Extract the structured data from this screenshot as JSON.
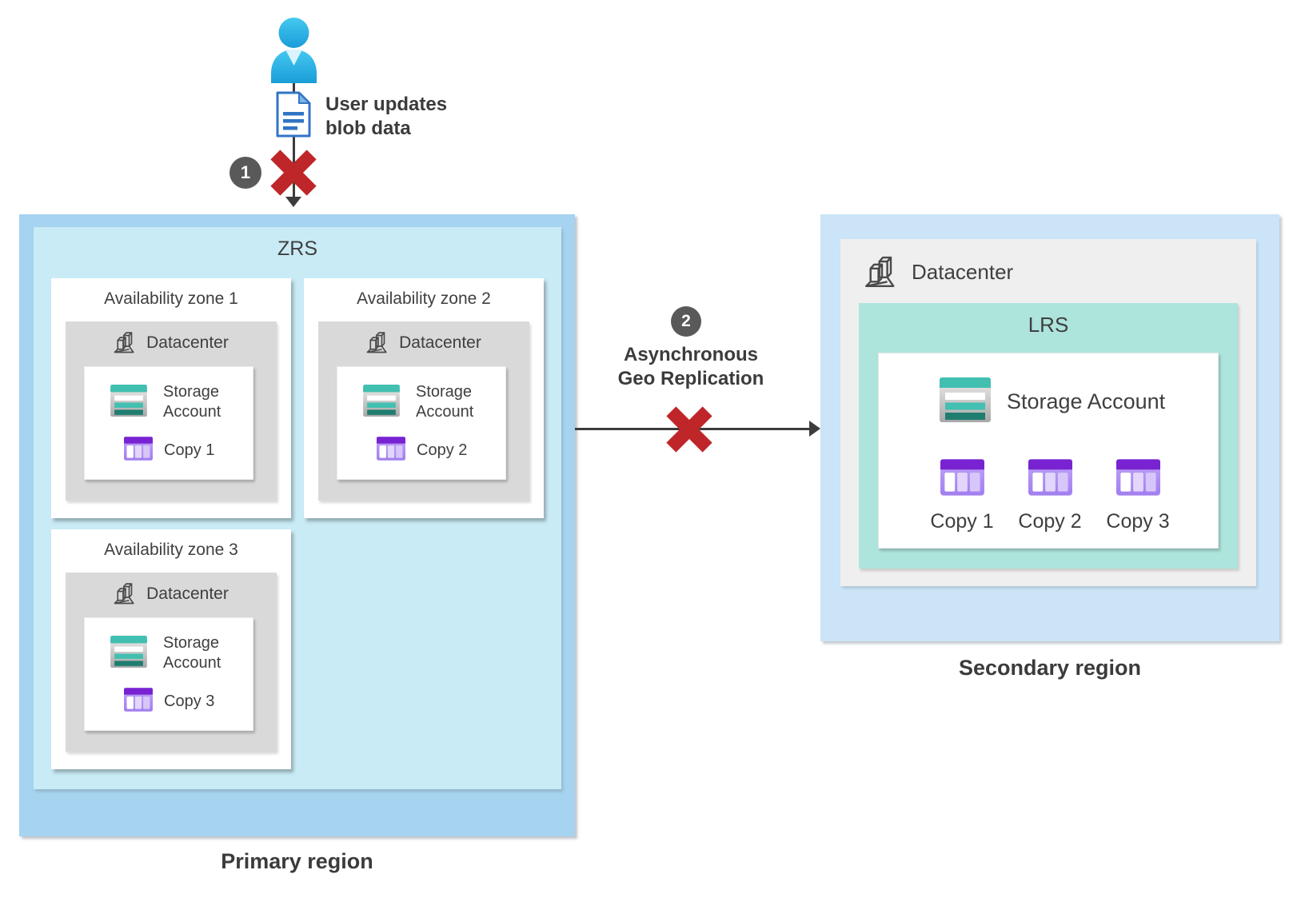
{
  "flow": {
    "user_action_line1": "User updates",
    "user_action_line2": "blob data",
    "step1_number": "1",
    "step2_number": "2",
    "replication_line1": "Asynchronous",
    "replication_line2": "Geo Replication"
  },
  "primary": {
    "group_label": "ZRS",
    "region_label": "Primary region",
    "zones": [
      {
        "title": "Availability zone 1",
        "datacenter_label": "Datacenter",
        "storage_label": "Storage Account",
        "copy_label": "Copy 1"
      },
      {
        "title": "Availability zone 2",
        "datacenter_label": "Datacenter",
        "storage_label": "Storage Account",
        "copy_label": "Copy 2"
      },
      {
        "title": "Availability zone 3",
        "datacenter_label": "Datacenter",
        "storage_label": "Storage Account",
        "copy_label": "Copy 3"
      }
    ]
  },
  "secondary": {
    "group_label": "LRS",
    "region_label": "Secondary region",
    "datacenter_label": "Datacenter",
    "storage_label": "Storage Account",
    "copies": [
      {
        "label": "Copy 1"
      },
      {
        "label": "Copy 2"
      },
      {
        "label": "Copy 3"
      }
    ]
  },
  "colors": {
    "primary_region_bg": "#a5d3f0",
    "zrs_bg": "#c9ebf6",
    "secondary_region_bg": "#cbe4f7",
    "zone_datacenter_bg": "#d9d9d9",
    "secondary_datacenter_bg": "#efefef",
    "lrs_bg": "#ade4dc",
    "error_red": "#bf2629",
    "badge_gray": "#595959",
    "text_dark": "#3f3f3f",
    "arrow_gray": "#3c3c3c",
    "storage_teal": "#41bfb0",
    "storage_teal_dark": "#1f7d70",
    "copy_purple": "#7823d2",
    "copy_purple_light": "#b394f3",
    "user_cyan": "#29b5e2",
    "doc_blue": "#3174c4"
  }
}
